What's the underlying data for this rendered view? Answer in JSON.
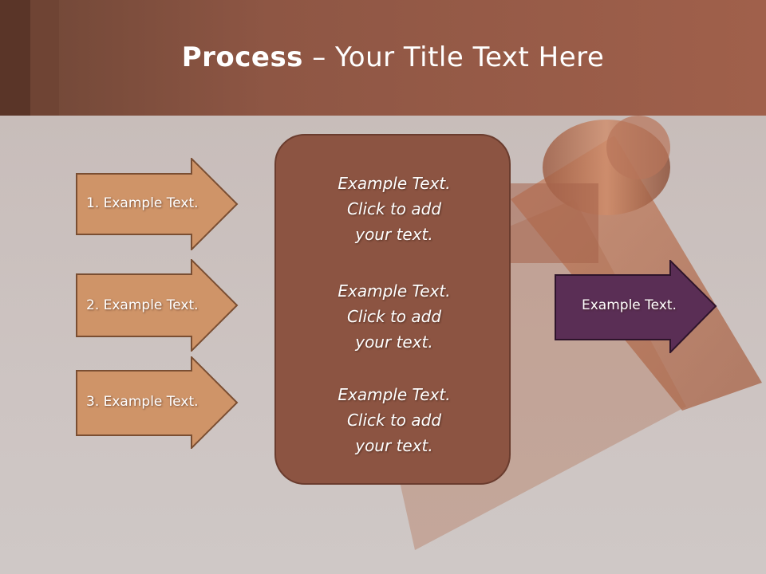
{
  "slide": {
    "title_bold": "Process",
    "title_rest": " – Your Title Text Here"
  },
  "left_arrows": [
    {
      "label": "1. Example Text."
    },
    {
      "label": "2. Example Text."
    },
    {
      "label": "3. Example Text."
    }
  ],
  "center_box": {
    "paragraphs": [
      {
        "line1": "Example Text.",
        "line2": "Click  to add",
        "line3": "your text."
      },
      {
        "line1": "Example Text.",
        "line2": "Click  to add",
        "line3": "your text."
      },
      {
        "line1": "Example Text.",
        "line2": "Click  to add",
        "line3": "your text."
      }
    ]
  },
  "right_arrow": {
    "label": "Example Text."
  },
  "colors": {
    "header": "#a0604b",
    "left_arrow_fill": "#cf9468",
    "center_fill": "#8c5442",
    "right_arrow_fill": "#5a2e55"
  }
}
